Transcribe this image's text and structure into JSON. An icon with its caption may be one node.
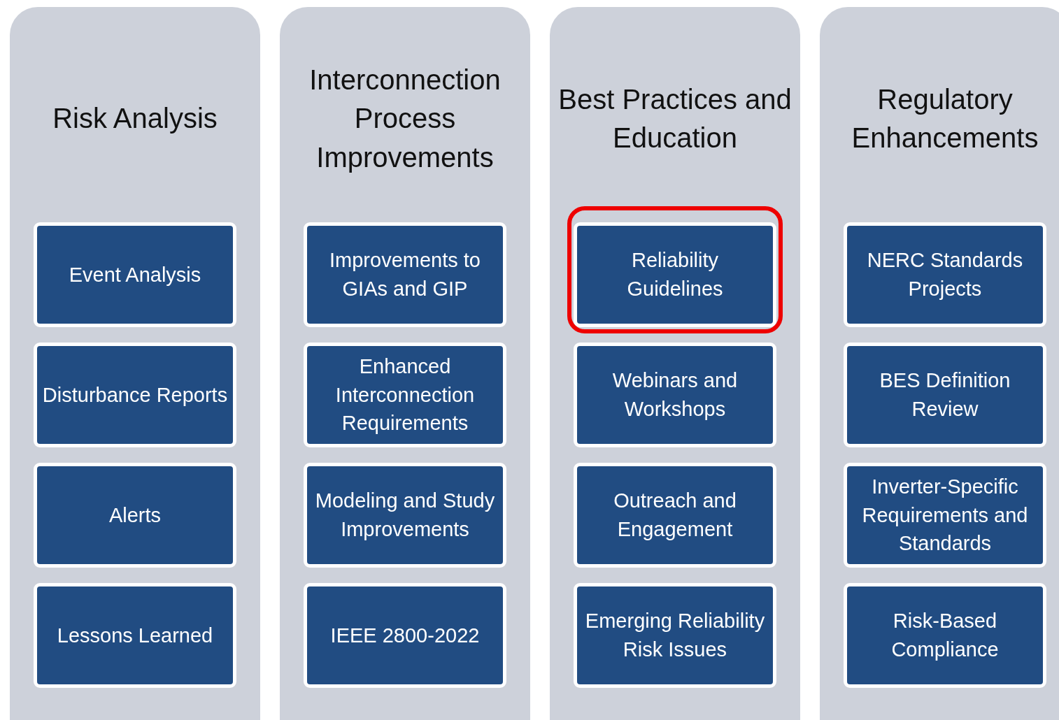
{
  "diagram": {
    "nodes": [
      {
        "text": [
          "Risk Analysis"
        ]
      },
      {
        "text": [
          "Event Analysis"
        ],
        "in": 0
      },
      {
        "text": [
          "Disturbance Reports"
        ],
        "in": 0
      },
      {
        "text": [
          "Alerts"
        ],
        "in": 0
      },
      {
        "text": [
          "Lessons Learned"
        ],
        "in": 0
      },
      {
        "text": [
          "Interconnection Process Improvements"
        ]
      },
      {
        "text": [
          "Improvements to GIAs and GIP"
        ],
        "in": 5
      },
      {
        "text": [
          "Enhanced Interconnection Requirements"
        ],
        "in": 5
      },
      {
        "text": [
          "Modeling and Study Improvements"
        ],
        "in": 5
      },
      {
        "text": [
          "IEEE 2800-2022"
        ],
        "in": 5
      },
      {
        "text": [
          "Best Practices and Education"
        ]
      },
      {
        "text": [
          "Reliability Guidelines"
        ],
        "in": 10
      },
      {
        "text": [
          "Webinars and Workshops"
        ],
        "in": 10
      },
      {
        "text": [
          "Outreach and Engagement"
        ],
        "in": 10
      },
      {
        "text": [
          "Emerging Reliability Risk Issues"
        ],
        "in": 10
      },
      {
        "text": [
          "Regulatory Enhancements"
        ]
      },
      {
        "text": [
          "NERC Standards Projects"
        ],
        "in": 15
      },
      {
        "text": [
          "BES Definition Review"
        ],
        "in": 15
      },
      {
        "text": [
          "Inverter-Specific Requirements and Standards"
        ],
        "in": 15
      },
      {
        "text": [
          "Risk-Based Compliance"
        ],
        "in": 15
      }
    ]
  }
}
